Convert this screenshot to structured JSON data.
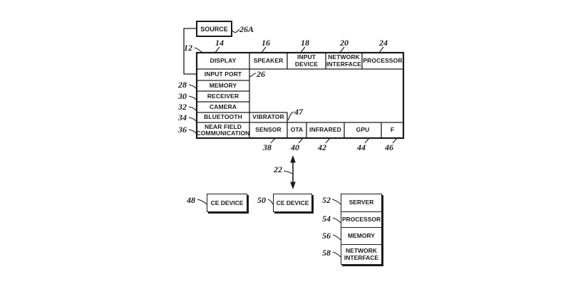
{
  "colors": {
    "ink": "#1a1a1a",
    "background": "#ffffff"
  },
  "source": {
    "label": "SOURCE",
    "ref": "26A"
  },
  "device": {
    "ref": "12",
    "header": [
      {
        "label": "DISPLAY",
        "ref": "14"
      },
      {
        "label": "SPEAKER",
        "ref": "16"
      },
      {
        "label": "INPUT DEVICE",
        "ref": "18"
      },
      {
        "label": "NETWORK INTERFACE",
        "ref": "20"
      },
      {
        "label": "PROCESSOR",
        "ref": "24"
      }
    ],
    "side": [
      {
        "label": "INPUT PORT",
        "ref": "26"
      },
      {
        "label": "MEMORY",
        "ref": "28"
      },
      {
        "label": "RECEIVER",
        "ref": "30"
      },
      {
        "label": "CAMERA",
        "ref": "32"
      },
      {
        "label": "BLUETOOTH",
        "ref": "34"
      }
    ],
    "vibrator": {
      "label": "VIBRATOR",
      "ref": "47"
    },
    "bottom": [
      {
        "label": "NEAR FIELD COMMUNICATION",
        "ref": "36"
      },
      {
        "label": "SENSOR",
        "ref": "38"
      },
      {
        "label": "OTA",
        "ref": "40"
      },
      {
        "label": "INFRARED",
        "ref": "42"
      },
      {
        "label": "GPU",
        "ref": "44"
      },
      {
        "label": "F",
        "ref": "46"
      }
    ]
  },
  "link": {
    "ref": "22"
  },
  "ce_devices": [
    {
      "label": "CE DEVICE",
      "ref": "48"
    },
    {
      "label": "CE DEVICE",
      "ref": "50"
    }
  ],
  "server": {
    "rows": [
      {
        "label": "SERVER",
        "ref": "52"
      },
      {
        "label": "PROCESSOR",
        "ref": "54"
      },
      {
        "label": "MEMORY",
        "ref": "56"
      },
      {
        "label": "NETWORK INTERFACE",
        "ref": "58"
      }
    ]
  }
}
